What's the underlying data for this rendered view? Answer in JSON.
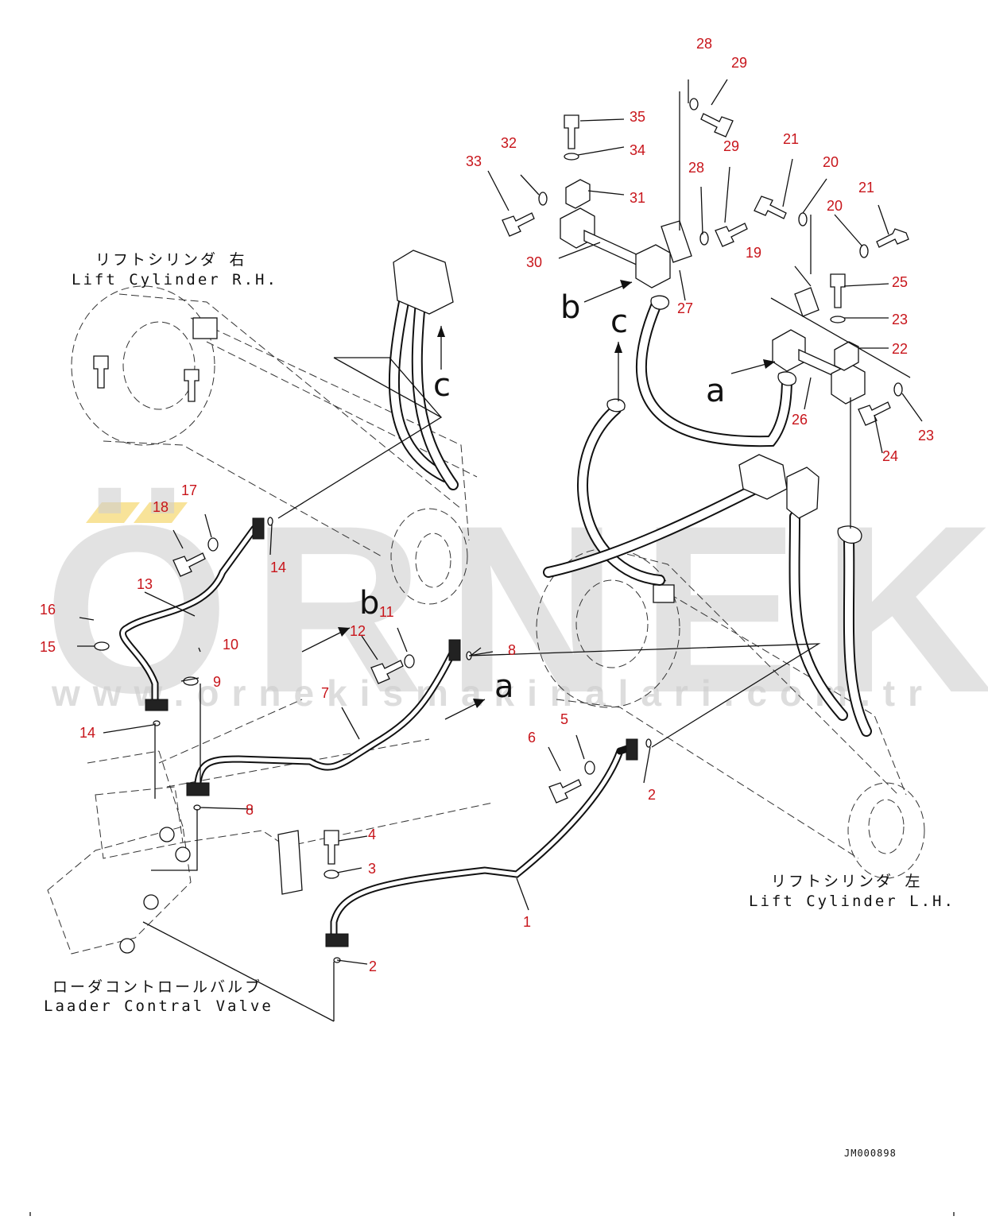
{
  "watermark": {
    "brand": "ÖRNEK",
    "url": "www.ornekismakinalari.com.tr"
  },
  "labels": {
    "lift_cylinder_rh_jp": "リフトシリンダ 右",
    "lift_cylinder_rh_en": "Lift Cylinder R.H.",
    "lift_cylinder_lh_jp": "リフトシリンダ 左",
    "lift_cylinder_lh_en": "Lift Cylinder L.H.",
    "loader_valve_jp": "ローダコントロールバルブ",
    "loader_valve_en": "Laader Contral Valve"
  },
  "connection_letters": {
    "a": "a",
    "b": "b",
    "c": "c"
  },
  "drawing_code": "JM000898",
  "callouts": [
    "1",
    "2",
    "2",
    "3",
    "4",
    "5",
    "6",
    "7",
    "8",
    "8",
    "9",
    "10",
    "11",
    "12",
    "13",
    "14",
    "14",
    "15",
    "16",
    "17",
    "18",
    "19",
    "20",
    "20",
    "21",
    "21",
    "22",
    "23",
    "23",
    "24",
    "25",
    "26",
    "27",
    "28",
    "28",
    "29",
    "29",
    "30",
    "31",
    "32",
    "33",
    "34",
    "35"
  ],
  "colors": {
    "callout": "#c8151b",
    "line": "#111111",
    "watermark": "#cfcfcf",
    "accent": "#f5d76e"
  }
}
